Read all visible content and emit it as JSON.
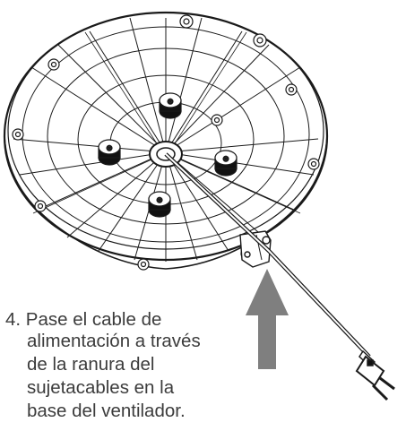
{
  "instruction": {
    "lines": [
      "4. Pase el cable de",
      "alimentación a través",
      "de la ranura del",
      "sujetacables en la",
      "base del ventilador."
    ]
  },
  "diagram": {
    "subject": "fan base underside with power cord routed through cord-holder slot",
    "components": [
      "fan-base",
      "feet",
      "center-hub",
      "cord-holder-slot",
      "power-cord",
      "plug",
      "direction-arrow"
    ],
    "arrow_color": "#7f7f7f",
    "line_color": "#1a1a1a"
  }
}
